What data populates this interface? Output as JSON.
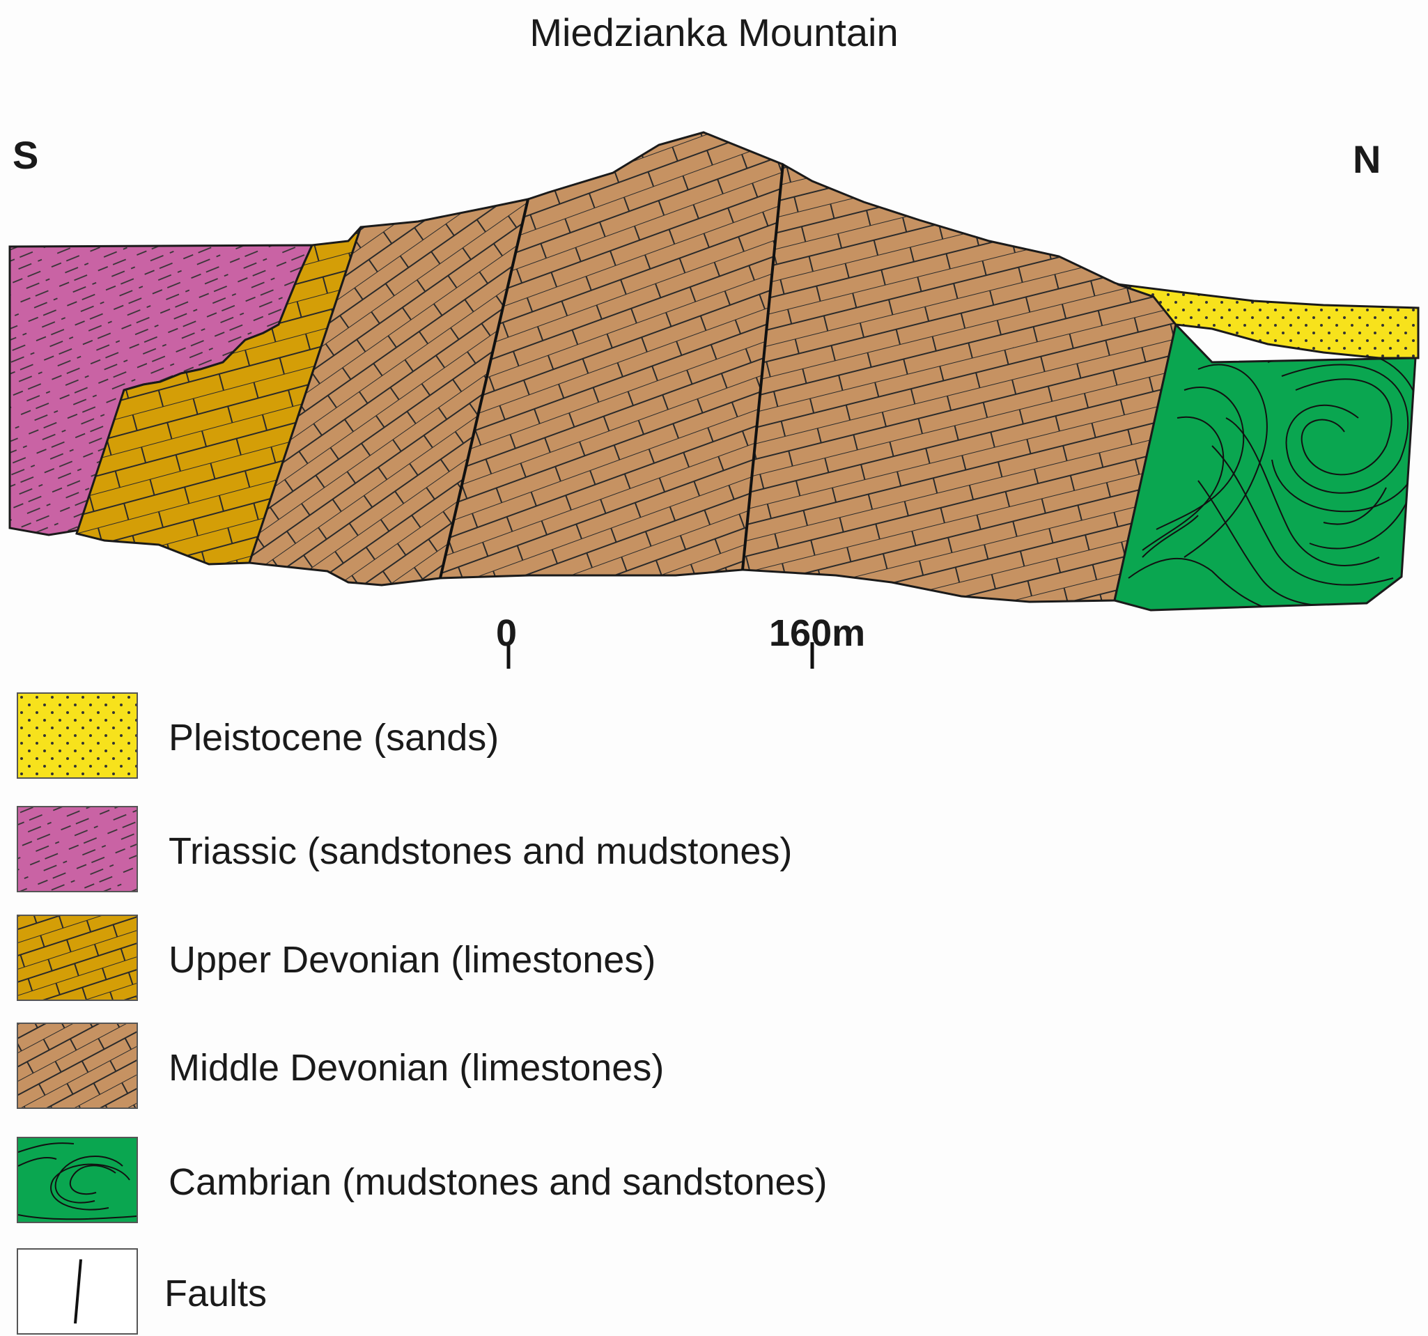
{
  "title": "Miedzianka Mountain",
  "directions": {
    "south": "S",
    "north": "N"
  },
  "scale_bar": {
    "start_label": "0",
    "end_label": "160m"
  },
  "colors": {
    "pleistocene": "#f7e21c",
    "triassic": "#c963a4",
    "upper_devonian": "#d49e07",
    "middle_devonian": "#c69262",
    "cambrian": "#0aa650",
    "outline": "#1a1a1a"
  },
  "legend": [
    {
      "key": "pleistocene",
      "label": "Pleistocene (sands)",
      "pattern": "dots"
    },
    {
      "key": "triassic",
      "label": "Triassic (sandstones and mudstones)",
      "pattern": "dashed-lines"
    },
    {
      "key": "upper_devonian",
      "label": "Upper Devonian (limestones)",
      "pattern": "bricks"
    },
    {
      "key": "middle_devonian",
      "label": "Middle Devonian (limestones)",
      "pattern": "bricks"
    },
    {
      "key": "cambrian",
      "label": "Cambrian (mudstones and sandstones)",
      "pattern": "folded-lines"
    },
    {
      "key": "faults",
      "label": "Faults",
      "pattern": "fault-line"
    }
  ]
}
